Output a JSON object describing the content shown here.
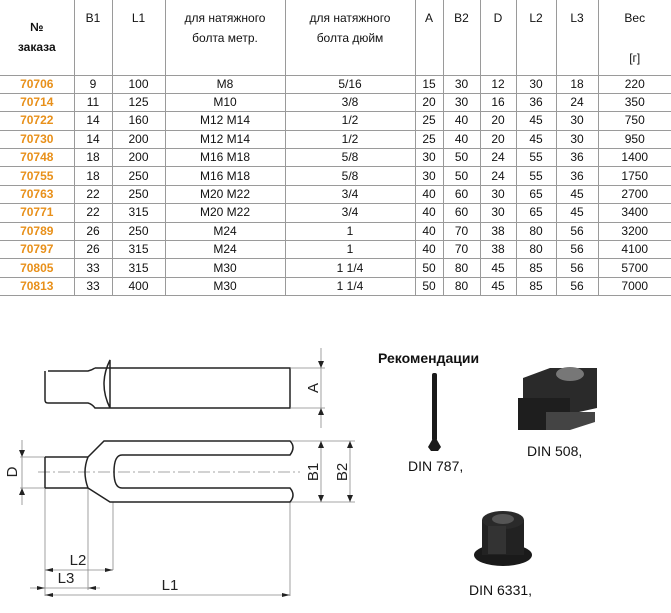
{
  "table": {
    "headers": {
      "order": [
        "№",
        "заказа"
      ],
      "b1": "B1",
      "l1": "L1",
      "metric": [
        "для натяжного",
        "болта метр."
      ],
      "inch": [
        "для натяжного",
        "болта дюйм"
      ],
      "a": "A",
      "b2": "B2",
      "d": "D",
      "l2": "L2",
      "l3": "L3",
      "weight": [
        "Вес",
        "[г]"
      ]
    },
    "rows": [
      [
        "70706",
        "9",
        "100",
        "M8",
        "5/16",
        "15",
        "30",
        "12",
        "30",
        "18",
        "220"
      ],
      [
        "70714",
        "11",
        "125",
        "M10",
        "3/8",
        "20",
        "30",
        "16",
        "36",
        "24",
        "350"
      ],
      [
        "70722",
        "14",
        "160",
        "M12 M14",
        "1/2",
        "25",
        "40",
        "20",
        "45",
        "30",
        "750"
      ],
      [
        "70730",
        "14",
        "200",
        "M12 M14",
        "1/2",
        "25",
        "40",
        "20",
        "45",
        "30",
        "950"
      ],
      [
        "70748",
        "18",
        "200",
        "M16 M18",
        "5/8",
        "30",
        "50",
        "24",
        "55",
        "36",
        "1400"
      ],
      [
        "70755",
        "18",
        "250",
        "M16 M18",
        "5/8",
        "30",
        "50",
        "24",
        "55",
        "36",
        "1750"
      ],
      [
        "70763",
        "22",
        "250",
        "M20 M22",
        "3/4",
        "40",
        "60",
        "30",
        "65",
        "45",
        "2700"
      ],
      [
        "70771",
        "22",
        "315",
        "M20 M22",
        "3/4",
        "40",
        "60",
        "30",
        "65",
        "45",
        "3400"
      ],
      [
        "70789",
        "26",
        "250",
        "M24",
        "1",
        "40",
        "70",
        "38",
        "80",
        "56",
        "3200"
      ],
      [
        "70797",
        "26",
        "315",
        "M24",
        "1",
        "40",
        "70",
        "38",
        "80",
        "56",
        "4100"
      ],
      [
        "70805",
        "33",
        "315",
        "M30",
        "1 1/4",
        "50",
        "80",
        "45",
        "85",
        "56",
        "5700"
      ],
      [
        "70813",
        "33",
        "400",
        "M30",
        "1 1/4",
        "50",
        "80",
        "45",
        "85",
        "56",
        "7000"
      ]
    ]
  },
  "drawing": {
    "a": "A",
    "b1": "B1",
    "b2": "B2",
    "d": "D",
    "l1": "L1",
    "l2": "L2",
    "l3": "L3"
  },
  "recommendations": {
    "title": "Рекомендации",
    "items": [
      "DIN 787,",
      "DIN 508,",
      "DIN 6331,"
    ]
  },
  "colors": {
    "order_number": "#e8901a"
  }
}
